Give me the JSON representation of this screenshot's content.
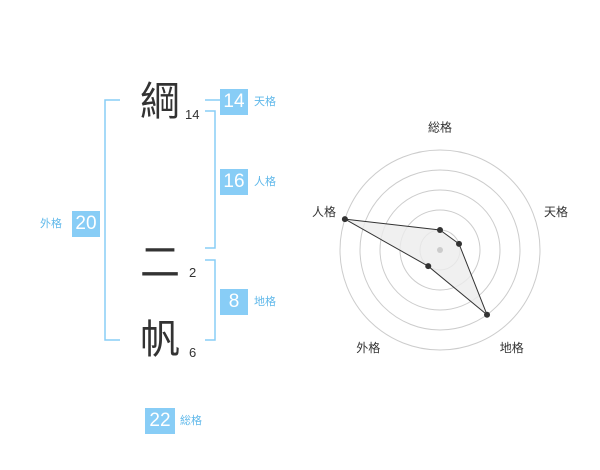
{
  "name": {
    "chars": [
      {
        "char": "綱",
        "strokes": "14"
      },
      {
        "char": "二",
        "strokes": "2"
      },
      {
        "char": "帆",
        "strokes": "6"
      }
    ]
  },
  "kaku": {
    "tenkaku": {
      "value": "14",
      "label": "天格"
    },
    "jinkaku": {
      "value": "16",
      "label": "人格"
    },
    "chikaku": {
      "value": "8",
      "label": "地格"
    },
    "gaikaku": {
      "value": "20",
      "label": "外格"
    },
    "soukaku": {
      "value": "22",
      "label": "総格"
    }
  },
  "colors": {
    "accent": "#88cdf6",
    "bracket": "#88cdf6",
    "label": "#5fb8ea",
    "text": "#333333",
    "ring": "#cccccc",
    "polygon_fill": "#ececec",
    "polygon_stroke": "#333333"
  },
  "chart_data": {
    "type": "radar",
    "axes": [
      "総格",
      "天格",
      "地格",
      "外格",
      "人格"
    ],
    "values": [
      1,
      1,
      4,
      1,
      5
    ],
    "max": 5,
    "rings": 5
  }
}
